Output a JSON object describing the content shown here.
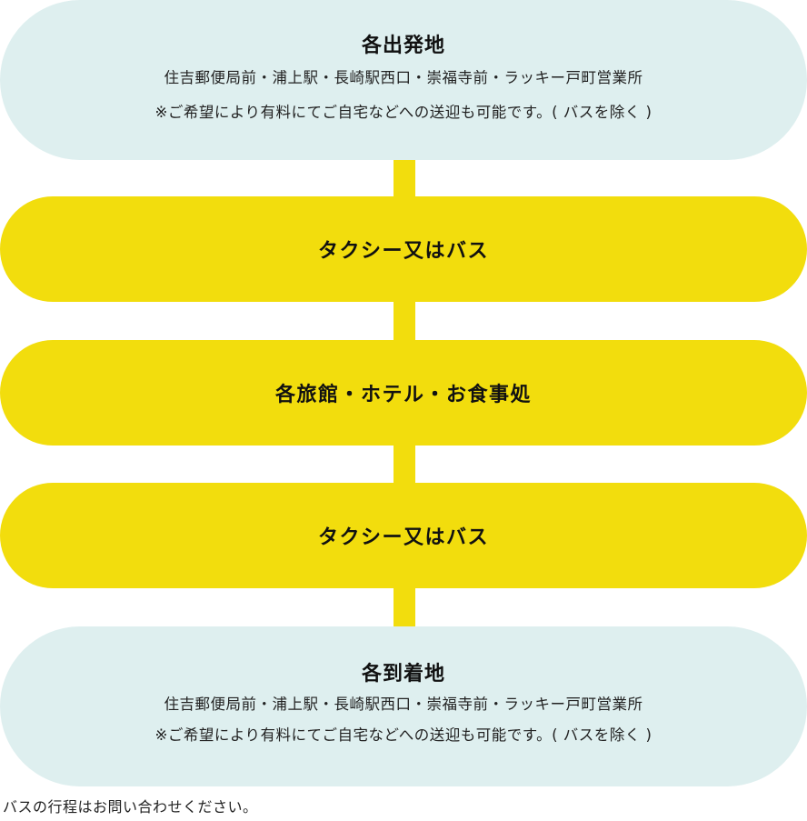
{
  "departure": {
    "title": "各出発地",
    "locations": "住吉郵便局前・浦上駅・長崎駅西口・崇福寺前・ラッキー戸町営業所",
    "note": "※ご希望により有料にてご自宅などへの送迎も可能です。( バスを除く )"
  },
  "transit_1": {
    "label": "タクシー又はバス"
  },
  "venue": {
    "label": "各旅館・ホテル・お食事処"
  },
  "transit_2": {
    "label": "タクシー又はバス"
  },
  "arrival": {
    "title": "各到着地",
    "locations": "住吉郵便局前・浦上駅・長崎駅西口・崇福寺前・ラッキー戸町営業所",
    "note": "※ご希望により有料にてご自宅などへの送迎も可能です。( バスを除く )"
  },
  "footnote": "バスの行程はお問い合わせください。",
  "colors": {
    "place_fill": "#deefef",
    "transit_fill": "#f2dd0d",
    "connector": "#f2dd0d"
  }
}
